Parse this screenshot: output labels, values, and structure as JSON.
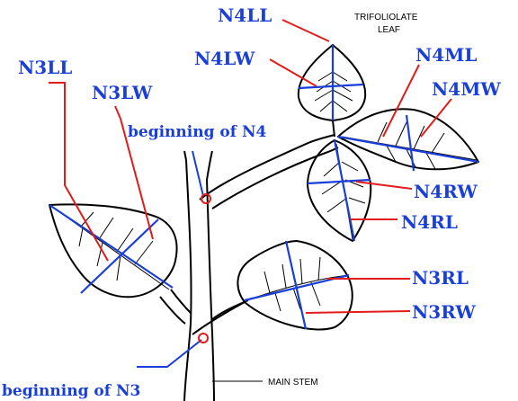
{
  "labels": {
    "n4ll": "N4LL",
    "n4lw": "N4LW",
    "n4ml": "N4ML",
    "n4mw": "N4MW",
    "n4rw": "N4RW",
    "n4rl": "N4RL",
    "n3ll": "N3LL",
    "n3lw": "N3LW",
    "n3rl": "N3RL",
    "n3rw": "N3RW",
    "beginning_n4": "beginning of N4",
    "beginning_n3": "beginning of N3",
    "trifoliolate_line1": "TRIFOLIOLATE",
    "trifoliolate_line2": "LEAF",
    "main_stem": "MAIN STEM"
  },
  "colors": {
    "label_blue": "#1a3fd9",
    "leader_red": "#e21b1b",
    "outline_black": "#000000",
    "background": "#ffffff"
  }
}
